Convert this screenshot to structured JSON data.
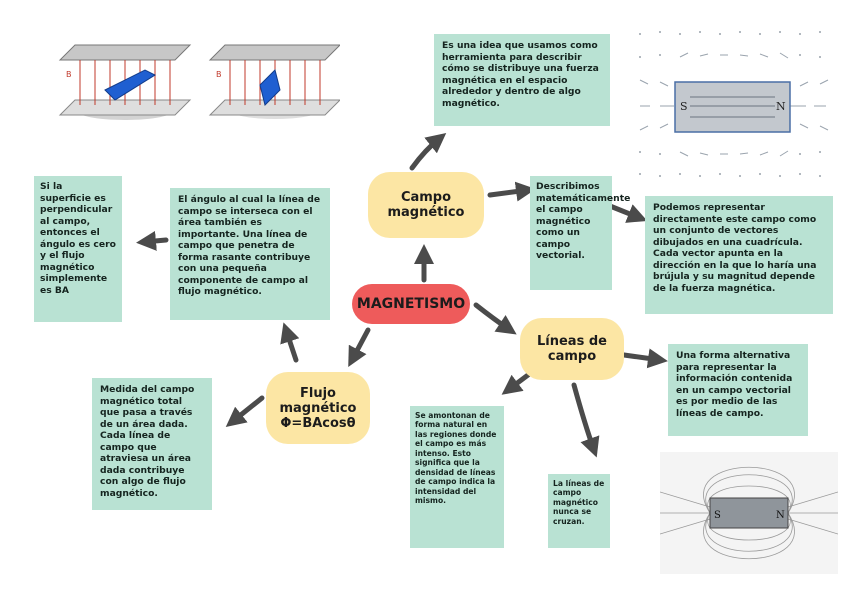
{
  "center": {
    "label": "MAGNETISMO",
    "color": "#ee5b5b"
  },
  "nodes": {
    "campo": {
      "label": "Campo magnético"
    },
    "lineas": {
      "label": "Líneas de campo"
    },
    "flujo": {
      "label": "Flujo magnético",
      "formula": "Φ=BAcosθ"
    }
  },
  "cards": {
    "campo_def": "Es una idea que usamos como herramienta para describir cómo se distribuye una fuerza magnética en el espacio alrededor y dentro de algo magnético.",
    "campo_math": "Describimos matemáticamente el campo magnético como un campo vectorial.",
    "campo_vector": "Podemos representar directamente este campo como un conjunto de vectores dibujados en una cuadrícula. Cada vector apunta en la dirección en la que lo haría una brújula y su magnitud depende de la fuerza magnética.",
    "lineas_alt": "Una forma alternativa para representar la información contenida en un campo vectorial es por medio de las líneas de campo.",
    "lineas_densidad": "Se amontonan de forma natural en las regiones donde el campo es más intenso. Esto significa que la densidad de líneas de campo indica la intensidad del mismo.",
    "lineas_cruzan": "La líneas de campo magnético nunca se cruzan.",
    "flujo_medida": "Medida del campo magnético total que pasa a través de un área dada. Cada línea de campo que atraviesa un área dada contribuye con algo de flujo magnético.",
    "flujo_angulo": "El ángulo al cual la línea de campo se interseca con el área también es importante. Una línea de campo que penetra de forma rasante contribuye con una pequeña componente de campo al flujo magnético.",
    "flujo_perp": "Si la superficie es perpendicular al campo, entonces el ángulo es cero y el flujo magnético simplemente es BA"
  },
  "figures": {
    "magnet_top": {
      "south": "S",
      "north": "N"
    },
    "magnet_bottom": {
      "south": "S",
      "north": "N"
    },
    "planes": {
      "label_a": "B",
      "label_b": "B"
    }
  },
  "colors": {
    "card": "#b9e2d3",
    "node": "#fce6a4",
    "center": "#ee5b5b",
    "arrow": "#4b4b4b"
  }
}
